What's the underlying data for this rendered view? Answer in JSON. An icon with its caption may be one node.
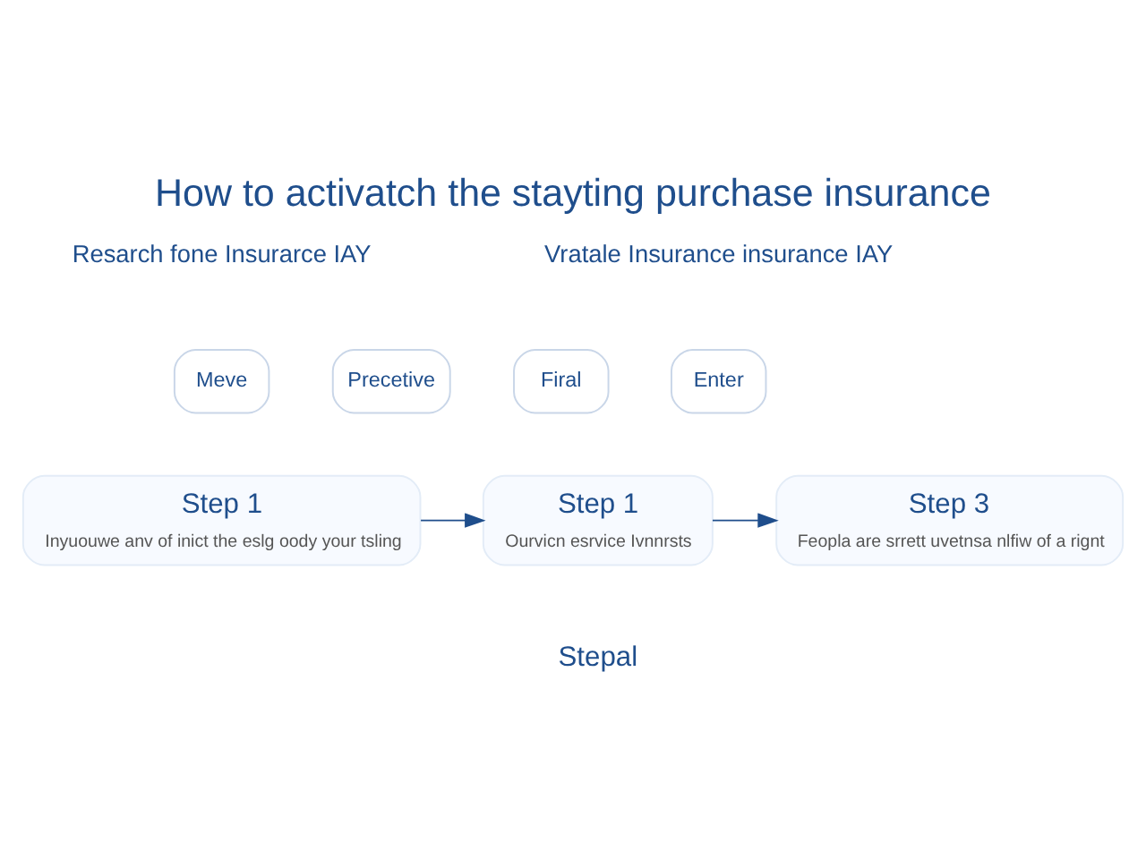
{
  "diagram": {
    "title": "How to activatch the stayting purchase insurance",
    "nodes": [
      {
        "text": [
          "Meve"
        ]
      },
      {
        "text": [
          "Precetive"
        ]
      },
      {
        "text": [
          "Firal"
        ]
      },
      {
        "text": [
          "Enter"
        ]
      },
      {
        "text": [
          "Step 1",
          "Inyuouwe anv of inict the eslg oody your tsling"
        ]
      },
      {
        "text": [
          "Step 1",
          "Ourvicn esrvice Ivnnrsts"
        ]
      },
      {
        "text": [
          "Step 3",
          "Feopla are srrett uvetnsa nlfiw of a rignt"
        ]
      }
    ],
    "edges": [
      {
        "from": 4,
        "to": 5,
        "arrow": "to"
      },
      {
        "from": 5,
        "to": 6,
        "arrow": "to"
      }
    ],
    "labels": [
      "Resarch fone Insurarce IAY",
      "Vratale Insurance insurance IAY",
      "Stepal"
    ]
  }
}
